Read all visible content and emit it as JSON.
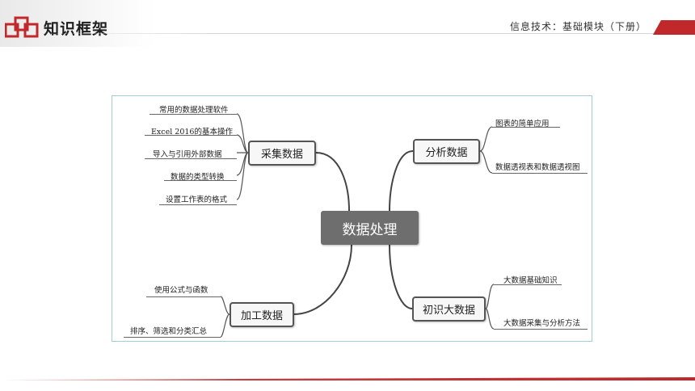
{
  "header": {
    "title": "知识框架",
    "course": "信息技术：基础模块（下册）"
  },
  "colors": {
    "accent": "#c0282b",
    "frame_border": "#9ecfd8",
    "center_fill": "#6e6e6e",
    "branch_line": "#444444"
  },
  "mindmap": {
    "center": "数据处理",
    "branches": [
      {
        "label": "采集数据",
        "items": [
          "常用的数据处理软件",
          "Excel 2016的基本操作",
          "导入与引用外部数据",
          "数据的类型转换",
          "设置工作表的格式"
        ]
      },
      {
        "label": "分析数据",
        "items": [
          "图表的简单应用",
          "数据透视表和数据透视图"
        ]
      },
      {
        "label": "加工数据",
        "items": [
          "使用公式与函数",
          "排序、筛选和分类汇总"
        ]
      },
      {
        "label": "初识大数据",
        "items": [
          "大数据基础知识",
          "大数据采集与分析方法"
        ]
      }
    ]
  }
}
